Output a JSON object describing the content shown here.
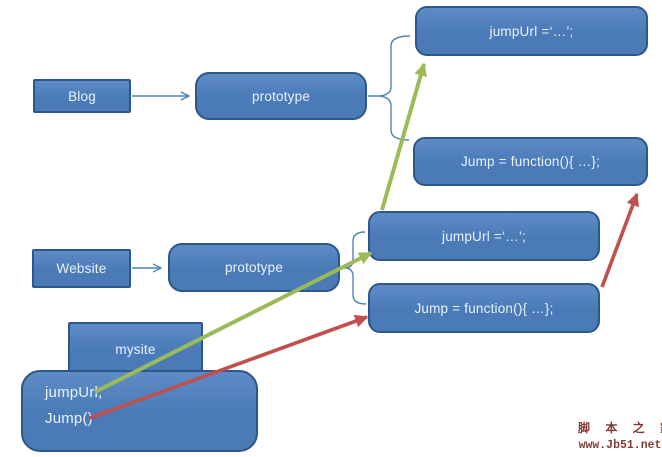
{
  "diagram": {
    "boxes": {
      "blog": {
        "label": "Blog"
      },
      "prototype_blog": {
        "label": "prototype"
      },
      "jumpurl_blog": {
        "label": "jumpUrl =‘…’;"
      },
      "jump_blog": {
        "label": "Jump = function(){ …};"
      },
      "website": {
        "label": "Website"
      },
      "prototype_website": {
        "label": "prototype"
      },
      "jumpurl_website": {
        "label": "jumpUrl =‘…’;"
      },
      "jump_website": {
        "label": "Jump = function(){ …};"
      },
      "mysite": {
        "label": "mysite"
      },
      "instance": {
        "line1": "jumpUrl;",
        "line2": "Jump()"
      }
    },
    "arrows": [
      {
        "name": "connector-blog-to-prototype",
        "color": "blue"
      },
      {
        "name": "connector-website-to-prototype",
        "color": "blue"
      },
      {
        "name": "green-arrow-instance-jumpurl-to-website-jumpurl",
        "color": "green"
      },
      {
        "name": "green-arrow-website-jumpurl-to-blog-jumpurl",
        "color": "green"
      },
      {
        "name": "red-arrow-instance-jump-to-website-jump",
        "color": "red"
      },
      {
        "name": "red-arrow-website-jump-to-blog-jump",
        "color": "red"
      }
    ]
  },
  "watermark": {
    "line1": "脚 本 之 家",
    "line2": "www.Jb51.net"
  },
  "colors": {
    "box_fill": "#4a7bb7",
    "box_fill_light": "#5d8bc5",
    "box_border": "#2c5788",
    "box_text": "#eaf2fb",
    "connector": "#4f81bd",
    "green": "#9bbb59",
    "red": "#c0504d",
    "watermark": "#823b33"
  }
}
